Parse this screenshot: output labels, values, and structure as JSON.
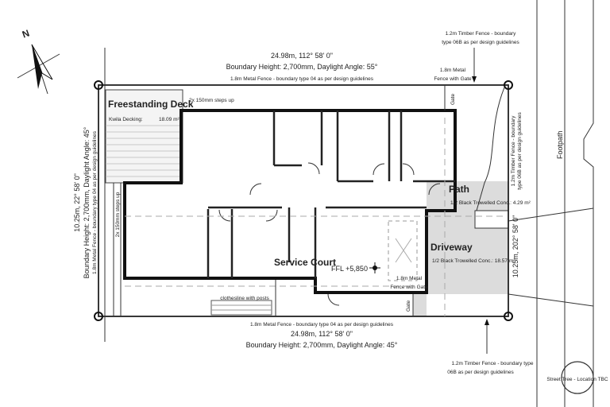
{
  "north_label": "N",
  "top_boundary": {
    "dimension": "24.98m, 112° 58' 0\"",
    "height": "Boundary Height: 2,700mm, Daylight Angle: 55°",
    "fence": "1.8m Metal Fence - boundary type 04 as per design guidelines"
  },
  "bottom_boundary": {
    "fence": "1.8m Metal Fence - boundary type 04 as per design guidelines",
    "dimension": "24.98m, 112° 58' 0\"",
    "height": "Boundary Height: 2,700mm, Daylight Angle: 45°"
  },
  "left_boundary": {
    "dimension": "10.25m, 22° 58' 0\"",
    "height": "Boundary Height: 2,700mm, Daylight Angle: 45°",
    "fence": "1.8m Metal Fence - boundary type 04 as per design guidelines"
  },
  "right_boundary": {
    "dimension": "10.25m, 202° 58' 0\"",
    "fence_line1": "1.2m Timber Fence - boundary",
    "fence_line2": "type 06B as per design guidelines"
  },
  "notes": {
    "top_timber_line1": "1.2m Timber Fence - boundary",
    "top_timber_line2": "type 06B as per design guidelines",
    "metal_gate_line1": "1.8m Metal",
    "metal_gate_line2": "Fence with Gate",
    "bottom_timber_line1": "1.2m Timber Fence - boundary type",
    "bottom_timber_line2": "06B as per design guidelines",
    "steps_top": "2x 150mm steps up",
    "steps_left": "2x 150mm steps up",
    "gate_top": "Gate",
    "gate_bottom": "Gate",
    "clothesline": "clothesline with posts",
    "garage_fence_line1": "1.8m Metal",
    "garage_fence_line2": "Fence with Gate",
    "street_tree": "Street Tree - Location TBC",
    "footpath": "Footpath"
  },
  "areas": {
    "deck": {
      "title": "Freestanding Deck",
      "material": "Kwila Decking:",
      "area": "18.09 m²"
    },
    "path": {
      "title": "Path",
      "material": "1/2 Black Trowelled Conc.: 4.29 m²"
    },
    "driveway": {
      "title": "Driveway",
      "material": "1/2 Black Trowelled Conc.: 18.57 m²"
    },
    "service_court": {
      "title": "Service Court"
    },
    "ffl": "FFL +5,850"
  },
  "colors": {
    "paving": "#dcdcdc",
    "lines": "#111111"
  }
}
